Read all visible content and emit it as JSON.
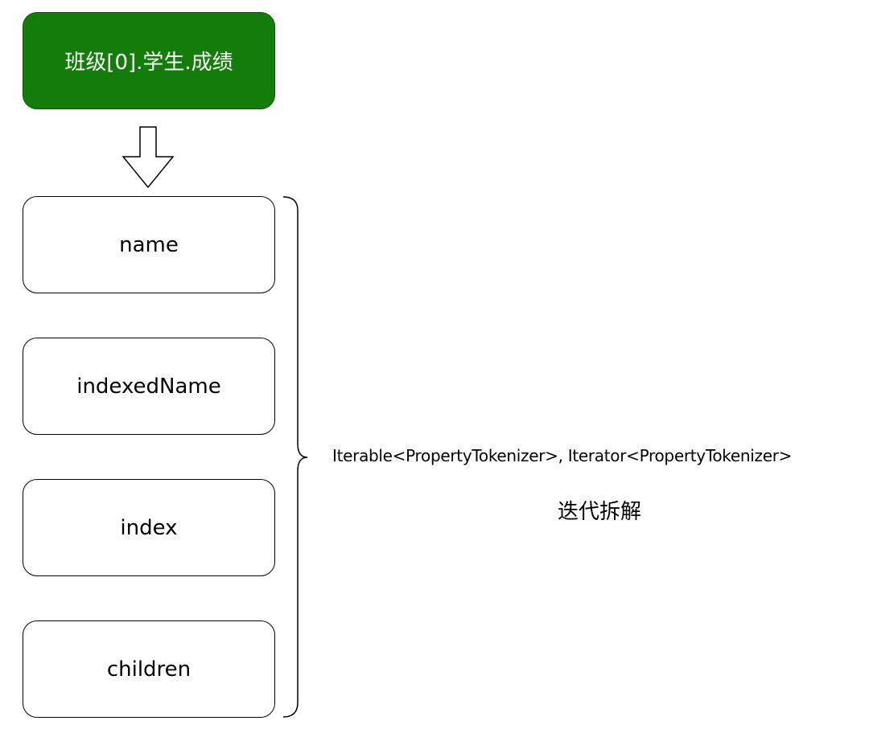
{
  "diagram": {
    "source_expression": "班级[0].学生.成绩",
    "tokens": [
      "name",
      "indexedName",
      "index",
      "children"
    ],
    "interface_label": "Iterable<PropertyTokenizer>, Iterator<PropertyTokenizer>",
    "caption": "迭代拆解",
    "colors": {
      "source_fill": "#137c0b",
      "source_text": "#ffffff",
      "stroke": "#000000"
    },
    "icons": {
      "arrow": "down-arrow-icon",
      "brace": "right-curly-brace"
    }
  }
}
